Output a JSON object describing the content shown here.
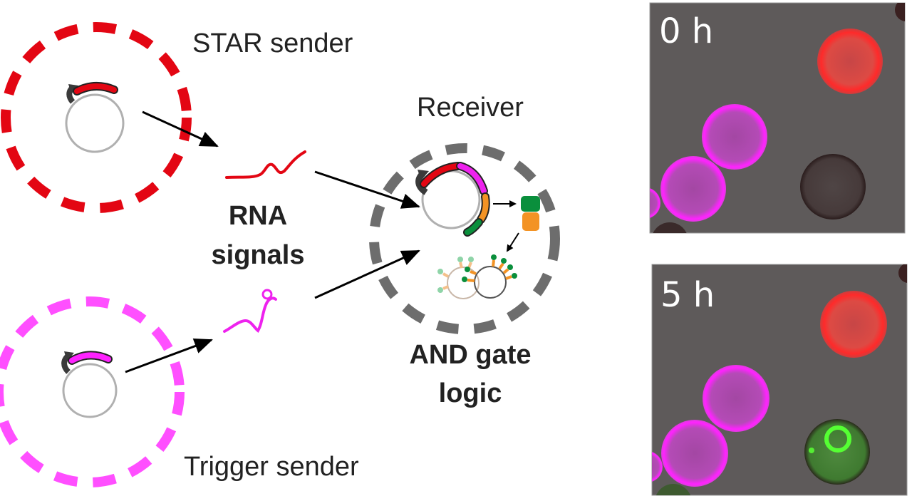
{
  "labels": {
    "star_sender": "STAR sender",
    "trigger_sender": "Trigger sender",
    "receiver": "Receiver",
    "rna_signals_line1": "RNA",
    "rna_signals_line2": "signals",
    "and_gate_line1": "AND gate",
    "and_gate_line2": "logic"
  },
  "panels": [
    {
      "time_label": "0 h"
    },
    {
      "time_label": "5 h"
    }
  ],
  "colors": {
    "star": "#e30613",
    "trigger": "#ff4fff",
    "trigger_rna": "#ee22ee",
    "receiver": "#6d6d6d",
    "plasmid": "#b0b0b0",
    "promoter": "#3a3a3a",
    "gfp_dark": "#0a8f3c",
    "gfp_orange": "#f39325",
    "micrograph_bg": "#5e5a5a",
    "arrow": "#000000"
  }
}
